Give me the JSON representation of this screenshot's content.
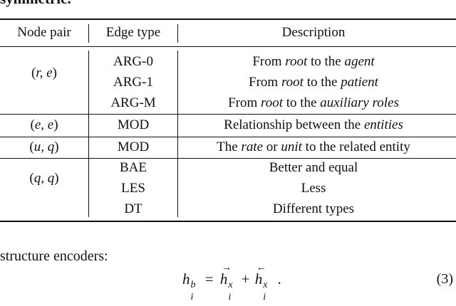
{
  "caption_fragment": "symmetric.",
  "headers": {
    "node_pair": "Node pair",
    "edge_type": "Edge type",
    "description": "Description"
  },
  "groups": [
    {
      "node_pair": {
        "a": "r",
        "b": "e"
      },
      "rows": [
        {
          "edge": "ARG-0",
          "desc": {
            "pre": "From ",
            "e1": "root",
            "mid": " to the ",
            "e2": "agent",
            "post": ""
          }
        },
        {
          "edge": "ARG-1",
          "desc": {
            "pre": "From ",
            "e1": "root",
            "mid": " to the ",
            "e2": "patient",
            "post": ""
          }
        },
        {
          "edge": "ARG-M",
          "desc": {
            "pre": "From ",
            "e1": "root",
            "mid": " to the ",
            "e2": "auxiliary roles",
            "post": ""
          }
        }
      ]
    },
    {
      "node_pair": {
        "a": "e",
        "b": "e"
      },
      "rows": [
        {
          "edge": "MOD",
          "desc": {
            "pre": "Relationship between the ",
            "e1": "entities",
            "mid": "",
            "e2": "",
            "post": ""
          }
        }
      ]
    },
    {
      "node_pair": {
        "a": "u",
        "b": "q"
      },
      "rows": [
        {
          "edge": "MOD",
          "desc": {
            "pre": "The ",
            "e1": "rate",
            "mid": " or ",
            "e2": "unit",
            "post": " to the related entity"
          }
        }
      ]
    },
    {
      "node_pair": {
        "a": "q",
        "b": "q"
      },
      "rows": [
        {
          "edge": "BAE",
          "desc": {
            "pre": "Better and equal",
            "e1": "",
            "mid": "",
            "e2": "",
            "post": ""
          }
        },
        {
          "edge": "LES",
          "desc": {
            "pre": "Less",
            "e1": "",
            "mid": "",
            "e2": "",
            "post": ""
          }
        },
        {
          "edge": "DT",
          "desc": {
            "pre": "Different types",
            "e1": "",
            "mid": "",
            "e2": "",
            "post": ""
          }
        }
      ]
    }
  ],
  "body_text": "structure encoders:",
  "equation": {
    "lhs": "h",
    "lhs_sup": "b",
    "lhs_sub": "i",
    "equals": "=",
    "t1": "h",
    "t1_sup": "x",
    "t1_sub": "i",
    "t1_arrow": "→",
    "plus": "+",
    "t2": "h",
    "t2_sup": "x",
    "t2_sub": "i",
    "t2_arrow": "←",
    "period": ".",
    "number": "(3)"
  }
}
